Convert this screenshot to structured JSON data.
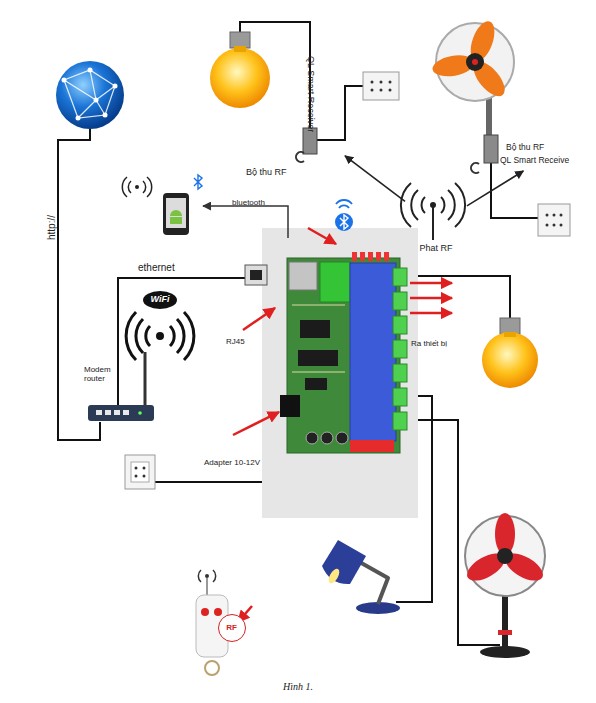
{
  "diagram": {
    "caption": "Hình 1.",
    "nodes": [
      {
        "text": [
          "QL Smart Receiver",
          "Bộ thu RF"
        ]
      },
      {
        "text": [
          "Bộ thu RF",
          "QL Smart Receive"
        ]
      },
      {
        "text": [
          "Phat RF"
        ]
      },
      {
        "text": [
          "RF"
        ]
      }
    ],
    "edges": [
      {
        "from": 2,
        "to": 0,
        "arrow": "to"
      },
      {
        "from": 2,
        "to": 1,
        "arrow": "to"
      }
    ],
    "labels": [
      "http://",
      "bluetooth",
      "ethernet",
      "WiFi",
      "Modem router",
      "RJ45",
      "Ra thiết bị",
      "Adapter 10-12V"
    ]
  }
}
